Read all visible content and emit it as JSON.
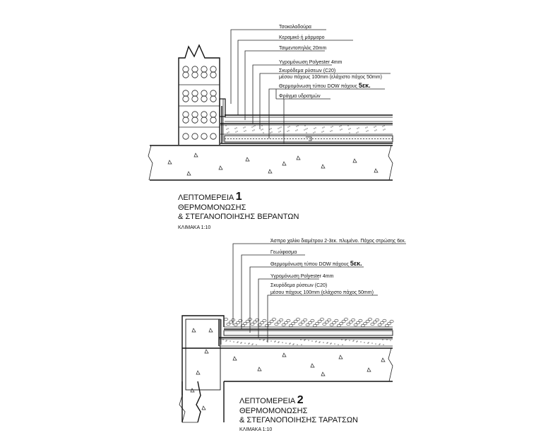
{
  "detail1": {
    "labels": [
      "Τσοκολαδούρα",
      "Κεραμικό ή μάρμαρο",
      "Τσιμεντοπηλός 20mm",
      "Υγρομόνωση Polyester 4mm",
      "Σκυρόδεμα ρύσεων (C20)",
      "μέσου πάχους 100mm (ελάχιστο πάχος 50mm)",
      "Θερμομόνωση τύπου DOW πάχους",
      "Φράγμα υδρατμών"
    ],
    "thickness": "5εκ.",
    "title_prefix": "ΛΕΠΤΟΜΕΡΕΙΑ",
    "number": "1",
    "title_line1": "ΘΕΡΜΟΜΟΝΩΣΗΣ",
    "title_line2": "& ΣΤΕΓΑΝΟΠΟΙΗΣΗΣ ΒΕΡΑΝΤΩΝ",
    "scale": "ΚΛΙΜΑΚΑ 1:10"
  },
  "detail2": {
    "labels": [
      "Άσπρο χαλίκι διαμέτρου 2-3εκ. πλυμένο. Πάχος στρώσης 6εκ.",
      "Γεωύφασμα",
      "Θερμομόνωση τύπου DOW πάχους",
      "Υγρομόνωση Polyester 4mm",
      "Σκυρόδεμα ρύσεων (C20)",
      "μέσου πάχους 100mm (ελάχιστο πάχος 50mm)"
    ],
    "thickness": "5εκ.",
    "title_prefix": "ΛΕΠΤΟΜΕΡΕΙΑ",
    "number": "2",
    "title_line1": "ΘΕΡΜΟΜΟΝΩΣΗΣ",
    "title_line2": "& ΣΤΕΓΑΝΟΠΟΙΗΣΗΣ ΤΑΡΑΤΣΩΝ",
    "scale": "ΚΛΙΜΑΚΑ 1:10"
  }
}
